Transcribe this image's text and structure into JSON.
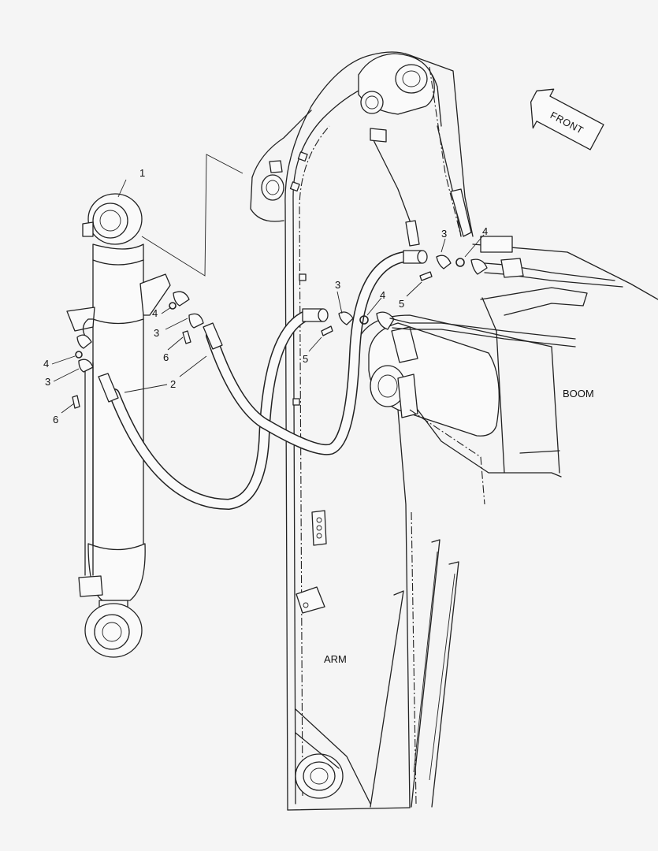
{
  "labels": {
    "front": "FRONT",
    "boom": "BOOM",
    "arm": "ARM"
  },
  "callouts": {
    "c1": "1",
    "c2a": "2",
    "c3a": "3",
    "c3b": "3",
    "c3c": "3",
    "c3d": "3",
    "c4a": "4",
    "c4b": "4",
    "c4c": "4",
    "c4d": "4",
    "c5a": "5",
    "c5b": "5",
    "c6a": "6",
    "c6b": "6"
  }
}
